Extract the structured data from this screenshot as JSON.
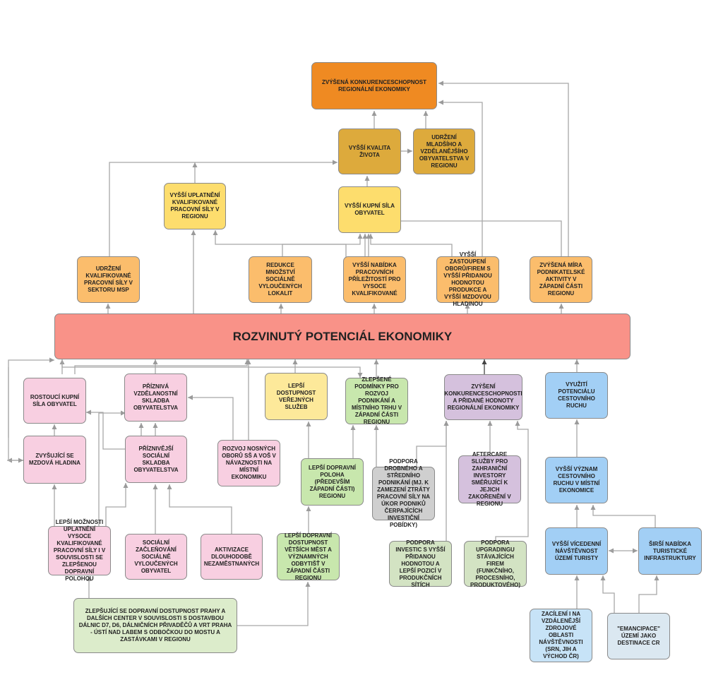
{
  "nodes": {
    "top": "ZVÝŠENÁ KONKURENCESCHOPNOST REGIONÁLNÍ EKONOMIKY",
    "kvalita": "VYŠŠÍ KVALITA ŽIVOTA",
    "udrzeni_mladsi": "UDRŽENÍ MLADŠÍHO A VZDĚLANĚJŠÍHO OBYVATELSTVA V REGIONU",
    "uplatneni": "VYŠŠÍ UPLATNĚNÍ KVALIFIKOVANÉ PRACOVNÍ SÍLY V REGIONU",
    "kupni_sila": "VYŠŠÍ KUPNÍ SÍLA OBYVATEL",
    "udrzeni_msp": "UDRŽENÍ KVALIFIKOVANÉ PRACOVNÍ SÍLY V SEKTORU MSP",
    "redukce": "REDUKCE  MNOŽSTVÍ SOCIÁLNĚ VYLOUČENÝCH LOKALIT",
    "nabidka_prac": "VYŠŠÍ NABÍDKA PRACOVNÍCH PŘÍLEŽITOSTÍ PRO VYSOCE KVALIFIKOVANÉ",
    "zastoupeni": "VYŠŠÍ ZASTOUPENÍ OBORŮ/FIREM S VYŠŠÍ PŘIDANOU HODNOTOU PRODUKCE A VYŠŠÍ MZDOVOU HLADINOU",
    "mira_podnik": "ZVÝŠENÁ MÍRA PODNIKATELSKÉ AKTIVITY V ZÁPADNÍ ČÁSTI REGIONU",
    "center": "ROZVINUTÝ POTENCIÁL EKONOMIKY",
    "rostouci_kupni": "ROSTOUCÍ KUPNÍ SÍLA OBYVATEL",
    "vzdelanostni": "PŘÍZNIVÁ VZDĚLANOSTNÍ SKLADBA OBYVATELSTVA",
    "dostupnost_sluzeb": "LEPŠÍ DOSTUPNOST VEŘEJNÝCH SLUŽEB",
    "podminky": "ZLEPŠENÉ PODMÍNKY PRO ROZVOJ PODNIKÁNÍ A MÍSTNÍHO TRHU V ZÁPADNÍ ČÁSTI REGIONU",
    "konkurence_prid": "ZVÝŠENÍ KONKURENCESCHOPNOSTI A PŘIDANÉ HODNOTY REGIONÁLNÍ EKONOMIKY",
    "cestovni_ruch": "VYUŽITÍ POTENCIÁLU CESTOVNÍHO RUCHU",
    "mzdova": "ZVYŠUJÍCÍ SE MZDOVÁ HLADINA",
    "socialni_sklad": "PŘÍZNIVĚJŠÍ SOCIÁLNÍ SKLADBA OBYVATELSTVA",
    "nosne_obory": "ROZVOJ NOSNÝCH OBORŮ SŠ A VOŠ V NÁVAZNOSTI NA MÍSTNÍ EKONOMIKU",
    "dopravni_poloha": "LEPŠÍ DOPRAVNÍ POLOHA (PŘEDEVŠÍM ZÁPADNÍ ČÁSTI) REGIONU",
    "drobne_podnik": "PODPORA DROBNÉHO A STŘEDNÍHO PODNIKÁNÍ  (MJ. K ZAMEZENÍ ZTRÁTY PRACOVNÍ SÍLY NA ÚKOR PODNIKŮ ČERPAJÍCÍCH INVESTIČNÍ POBÍDKY)",
    "aftercare": "AFTERCARE SLUŽBY PRO ZAHRANIČNÍ INVESTORY SMĚŘUJÍCÍ K JEJICH ZAKOŘENĚNÍ V REGIONU",
    "vyznam_cr": "VYŠŠÍ VÝZNAM CESTOVNÍHO RUCHU V MÍSTNÍ EKONOMICE",
    "moznosti": "LEPŠÍ MOŽNOSTI UPLATNĚNÍ VYSOCE KVALIFIKOVANÉ PRACOVNÍ SÍLY I V SOUVISLOSTI SE ZLEPŠENOU DOPRAVNÍ POLOHOU",
    "zaclenovani": "SOCIÁLNÍ ZAČLEŇOVÁNÍ SOCIÁLNĚ VYLOUČENÝCH OBYVATEL",
    "aktivizace": "AKTIVIZACE DLOUHODOBĚ NEZAMĚSTNANÝCH",
    "dostupnost_mest": "LEPŠÍ DOPRAVNÍ DOSTUPNOST VĚTŠÍCH MĚST A VÝZNAMNÝCH ODBYTIŠŤ V ZÁPADNÍ ČÁSTI REGIONU",
    "invest": "PODPORA INVESTIC S VYŠŠÍ PŘIDANOU HODNOTOU A LEPŠÍ POZICÍ V PRODUKČNÍCH SÍTÍCH",
    "upgrading": "PODPORA UPGRADINGU STÁVAJÍCÍCH FIREM (FUNKČNÍHO, PROCESNÍHO, PRODUKTOVÉHO)",
    "vicedenni": "VYŠŠÍ VÍCEDENNÍ NÁVŠTĚVNOST ÚZEMÍ TURISTY",
    "infrastruktura": "ŠIRŠÍ NABÍDKA TURISTICKÉ INFRASTRUKTURY",
    "zlepsujici": "ZLEPŠUJÍCÍ SE DOPRAVNÍ DOSTUPNOST PRAHY A DALŠÍCH CENTER V SOUVISLOSTI S DOSTAVBOU DÁLNIC D7, D6, DÁLNIČNÍCH PŘIVADĚČŮ A VRT PRAHA - ÚSTÍ NAD LABEM S ODBOČKOU DO MOSTU A ZASTÁVKAMI V REGIONU",
    "zacileni": "ZACÍLENÍ I NA VZDÁLENĚJŠÍ ZDROJOVÉ OBLASTI NÁVŠTĚVNOSTI (SRN, JIH A VÝCHOD ČR)",
    "emancipace": "\"EMANCIPACE\" ÚZEMÍ JAKO DESTINACE CR"
  }
}
